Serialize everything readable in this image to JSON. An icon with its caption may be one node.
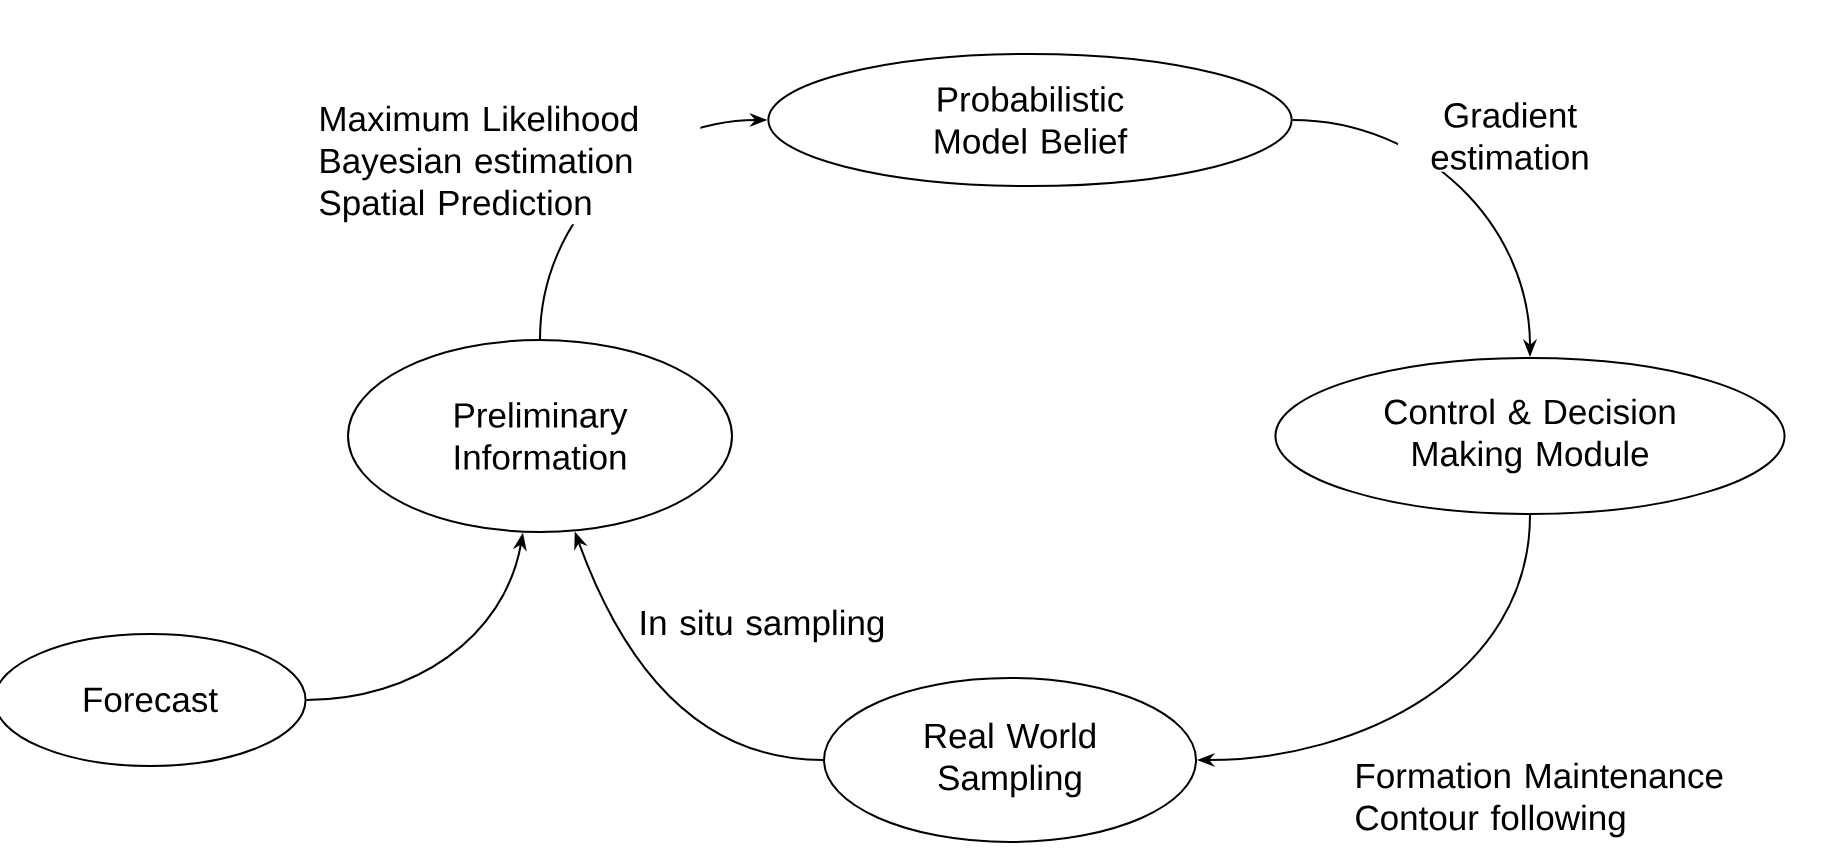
{
  "diagram": {
    "nodes": [
      {
        "text": [
          "Probabilistic Model Belief"
        ]
      },
      {
        "text": [
          "Control & Decision Making Module"
        ]
      },
      {
        "text": [
          "Real World Sampling"
        ]
      },
      {
        "text": [
          "Preliminary Information"
        ]
      },
      {
        "text": [
          "Forecast"
        ]
      }
    ],
    "edges": [
      {
        "from": 3,
        "to": 0,
        "arrow": "to",
        "label": "Maximum Likelihood Bayesian estimation Spatial Prediction"
      },
      {
        "from": 0,
        "to": 1,
        "arrow": "to",
        "label": "Gradient estimation"
      },
      {
        "from": 1,
        "to": 2,
        "arrow": "to",
        "label": "Formation Maintenance Contour following"
      },
      {
        "from": 2,
        "to": 3,
        "arrow": "to",
        "label": "In situ sampling"
      },
      {
        "from": 4,
        "to": 3,
        "arrow": "to"
      }
    ]
  }
}
